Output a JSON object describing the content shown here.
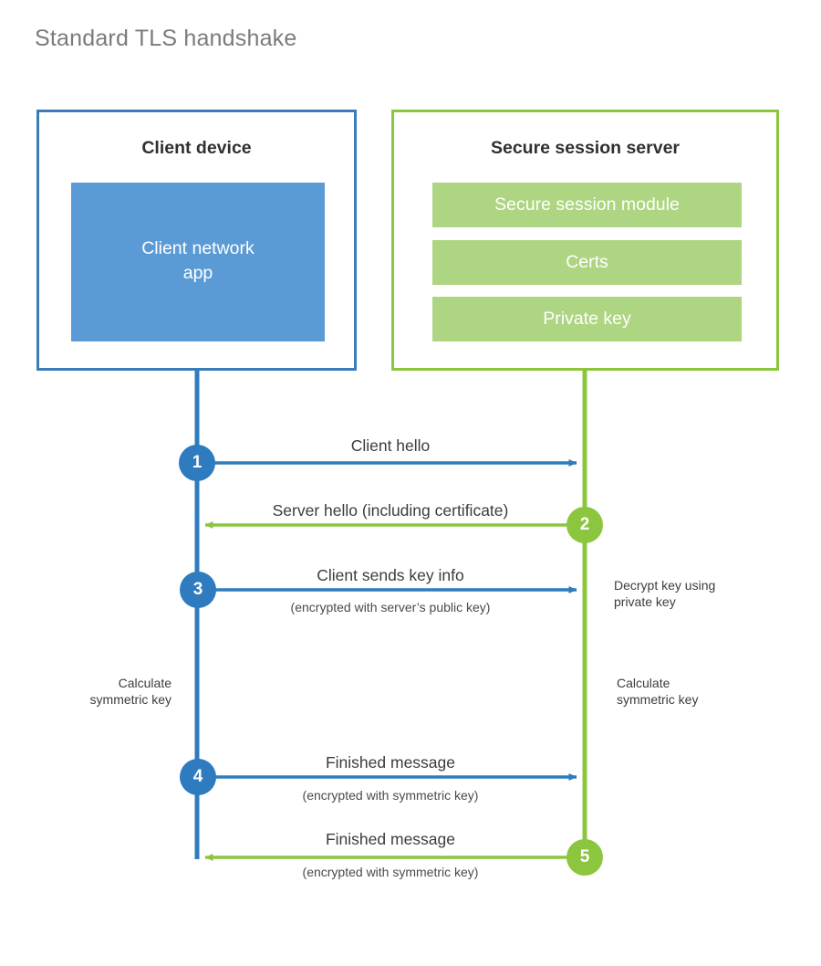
{
  "title": "Standard TLS handshake",
  "colors": {
    "client_border": "#3a7cb8",
    "client_fill": "#5b9bd5",
    "client_accent": "#2e7bbf",
    "server_border": "#8cc63f",
    "server_fill": "#aed581",
    "server_accent": "#8cc63f",
    "title_text": "#7b7b7b",
    "body_text": "#3c3c3c",
    "background": "#ffffff"
  },
  "client": {
    "title": "Client device",
    "app_label": "Client network\napp",
    "app_label_line1": "Client network",
    "app_label_line2": "app"
  },
  "server": {
    "title": "Secure session server",
    "components": [
      {
        "label": "Secure session module"
      },
      {
        "label": "Certs"
      },
      {
        "label": "Private key"
      }
    ]
  },
  "steps": [
    {
      "number": "1",
      "origin": "client",
      "direction": "client-to-server",
      "label": "Client hello",
      "sublabel": ""
    },
    {
      "number": "2",
      "origin": "server",
      "direction": "server-to-client",
      "label": "Server hello (including certificate)",
      "sublabel": ""
    },
    {
      "number": "3",
      "origin": "client",
      "direction": "client-to-server",
      "label": "Client sends key info",
      "sublabel": "(encrypted with server’s public key)"
    },
    {
      "number": "4",
      "origin": "client",
      "direction": "client-to-server",
      "label": "Finished message",
      "sublabel": "(encrypted with symmetric key)"
    },
    {
      "number": "5",
      "origin": "server",
      "direction": "server-to-client",
      "label": "Finished message",
      "sublabel": "(encrypted with symmetric key)"
    }
  ],
  "notes": [
    {
      "id": "decrypt-key-note",
      "side": "server",
      "text": "Decrypt key using\nprivate key"
    },
    {
      "id": "client-calc-key-note",
      "side": "client",
      "text": "Calculate\nsymmetric key"
    },
    {
      "id": "server-calc-key-note",
      "side": "server",
      "text": "Calculate\nsymmetric key"
    }
  ]
}
